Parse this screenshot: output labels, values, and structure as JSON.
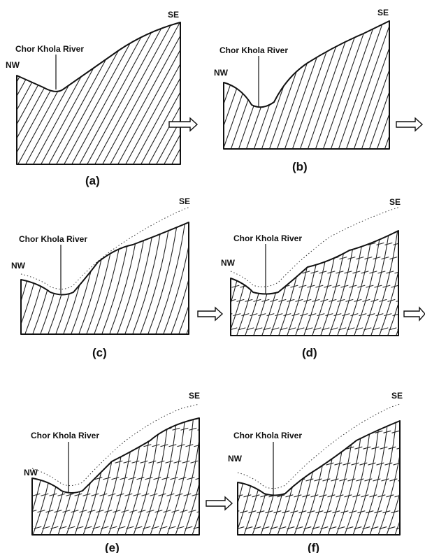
{
  "panels": [
    {
      "id": "a",
      "caption": "(a)",
      "nw": "NW",
      "se": "SE",
      "river": "Chor Khola River"
    },
    {
      "id": "b",
      "caption": "(b)",
      "nw": "NW",
      "se": "SE",
      "river": "Chor Khola River"
    },
    {
      "id": "c",
      "caption": "(c)",
      "nw": "NW",
      "se": "SE",
      "river": "Chor Khola River"
    },
    {
      "id": "d",
      "caption": "(d)",
      "nw": "NW",
      "se": "SE",
      "river": "Chor Khola River"
    },
    {
      "id": "e",
      "caption": "(e)",
      "nw": "NW",
      "se": "SE",
      "river": "Chor Khola River"
    },
    {
      "id": "f",
      "caption": "(f)",
      "nw": "NW",
      "se": "SE",
      "river": "Chor Khola River"
    }
  ]
}
